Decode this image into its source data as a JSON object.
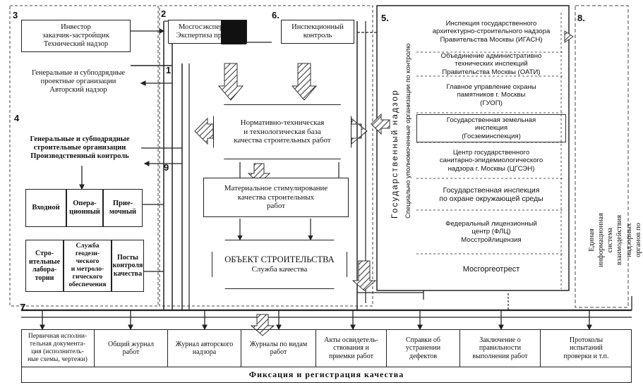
{
  "numbers": {
    "n1": "1",
    "n2": "2",
    "n3": "3",
    "n4": "4",
    "n5": "5.",
    "n6": "6.",
    "n7": "7.",
    "n8": "8.",
    "n9": "9"
  },
  "left_column": {
    "investor": "Инвестор\nзаказчик-застройщик\nТехнический надзор",
    "design": "Генеральные и субподрядные\nпроектные организации\nАвторский надзор",
    "construction": "Генеральные и субподрядные\nстроительные организации\nПроизводственный контроль",
    "control_types": [
      "Входной",
      "Опера-\nционный",
      "Прие-\nмочный"
    ],
    "support_units": [
      "Стро-\nительные\nлабора-\nтории",
      "Служба\nгеодези-\nческого\nи метроло-\nгического\nобеспечения",
      "Посты\nконтроля\nкачества"
    ]
  },
  "center": {
    "expertise": "Мосгосэкспертиза\nЭкспертиза проекта",
    "inspection": "Инспекционный\nконтроль",
    "normative": "Нормативно-техническая\nи технологическая база\nкачества строительных работ",
    "stimulation": "Материальное стимулирование\nкачества строительных\nработ",
    "object_title": "ОБЪЕКТ СТРОИТЕЛЬСТВА",
    "object_sub": "Служба качества"
  },
  "state_supervision": {
    "vertical_label": "Государственный надзор",
    "vertical_sub": "Специально уполномоченные организации по контролю",
    "bodies": [
      "Инспекция государственного\nархитектурно-строительного надзора\nПравительства Москвы (ИГАСН)",
      "Объединение административно\nтехнических инспекций\nПравительства Москвы (ОАТИ)",
      "Главное управление охраны\nпамятников г. Москвы\n(ГУОП)",
      "Государственная земельная\nинспекция\n(Госземинспекция)",
      "Центр государственного\nсанитарно-эпидемиологического\nнадзора г. Москвы (ЦГСЭН)",
      "Государственная инспекция\nпо охране окружающей среды",
      "Федеральный лицензионный\nцентр (ФЛЦ)\nМосстройлицензия",
      "Мосгоргеотрест"
    ]
  },
  "info_system": "Единая информационная система взаимодействия\nнадзорных органов по контролю за строительством\n(реконструкцией) объектов на территории г. Москвы - ГУП ИТС",
  "records": [
    "Первичная исполни-\nтельная документа-\nция (исполнитель-\nные схемы, чертежи)",
    "Общий журнал\nработ",
    "Журнал авторского\nнадзора",
    "Журналы по видам\nработ",
    "Акты освидетель-\nствования и\nприемки работ",
    "Справки об\nустранении\nдефектов",
    "Заключение о\nправильности\nвыполнения работ",
    "Протоколы\nиспытаний\nпроверки и т.п."
  ],
  "footer": "Фиксация и регистрация качества"
}
